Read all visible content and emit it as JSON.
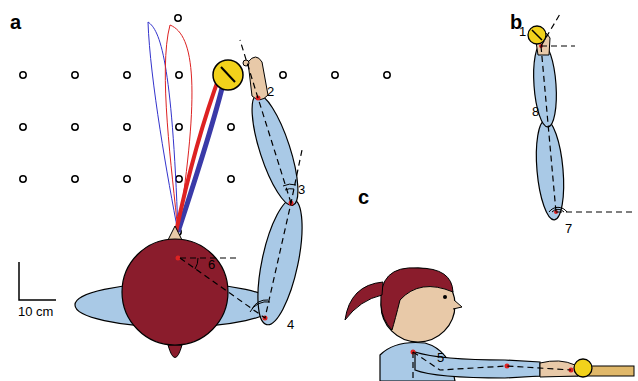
{
  "diagram": {
    "labels": [
      "a",
      "b",
      "c",
      "2",
      "3",
      "4",
      "6",
      "1",
      "8",
      "7",
      "5",
      "10 cm"
    ]
  }
}
